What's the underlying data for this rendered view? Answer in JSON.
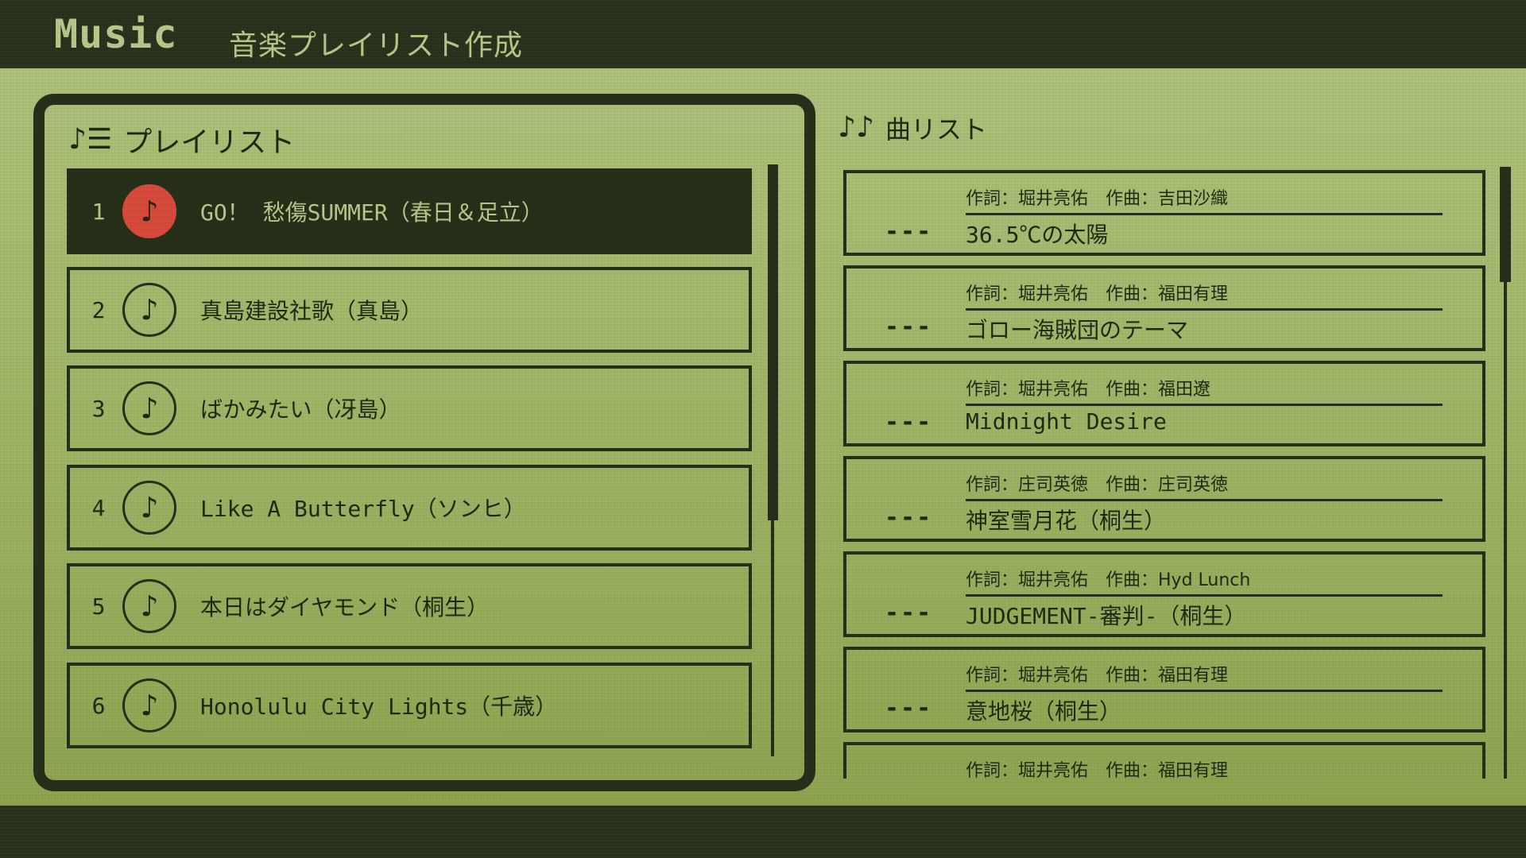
{
  "header": {
    "app_title": "Music",
    "page_title": "音楽プレイリスト作成"
  },
  "colors": {
    "dark": "#263019",
    "panel_bg": "#a3b86a",
    "light_text": "#b7c98a",
    "accent_red": "#d94a3a"
  },
  "playlist": {
    "heading": "プレイリスト",
    "heading_icon": "♪☰",
    "selected_index": 0,
    "items": [
      {
        "num": "1",
        "icon": "♪",
        "title": "GO！ 愁傷SUMMER（春日＆足立）"
      },
      {
        "num": "2",
        "icon": "♪",
        "title": "真島建設社歌（真島）"
      },
      {
        "num": "3",
        "icon": "♪",
        "title": "ばかみたい（冴島）"
      },
      {
        "num": "4",
        "icon": "♪",
        "title": "Like A Butterfly（ソンヒ）"
      },
      {
        "num": "5",
        "icon": "♪",
        "title": "本日はダイヤモンド（桐生）"
      },
      {
        "num": "6",
        "icon": "♪",
        "title": "Honolulu City Lights（千歳）"
      }
    ]
  },
  "songlist": {
    "heading": "曲リスト",
    "heading_icon": "♪♪",
    "items": [
      {
        "dashes": "---",
        "lyrics": "作詞：堀井亮佑",
        "composer": "作曲：吉田沙織",
        "title": "36.5℃の太陽"
      },
      {
        "dashes": "---",
        "lyrics": "作詞：堀井亮佑",
        "composer": "作曲：福田有理",
        "title": "ゴロー海賊団のテーマ"
      },
      {
        "dashes": "---",
        "lyrics": "作詞：堀井亮佑",
        "composer": "作曲：福田遼",
        "title": "Midnight Desire"
      },
      {
        "dashes": "---",
        "lyrics": "作詞：庄司英徳",
        "composer": "作曲：庄司英徳",
        "title": "神室雪月花（桐生）"
      },
      {
        "dashes": "---",
        "lyrics": "作詞：堀井亮佑",
        "composer": "作曲：Hyd Lunch",
        "title": "JUDGEMENT-審判-（桐生）"
      },
      {
        "dashes": "---",
        "lyrics": "作詞：堀井亮佑",
        "composer": "作曲：福田有理",
        "title": "意地桜（桐生）"
      },
      {
        "dashes": "",
        "lyrics": "作詞：堀井亮佑",
        "composer": "作曲：福田有理",
        "title": ""
      }
    ]
  }
}
